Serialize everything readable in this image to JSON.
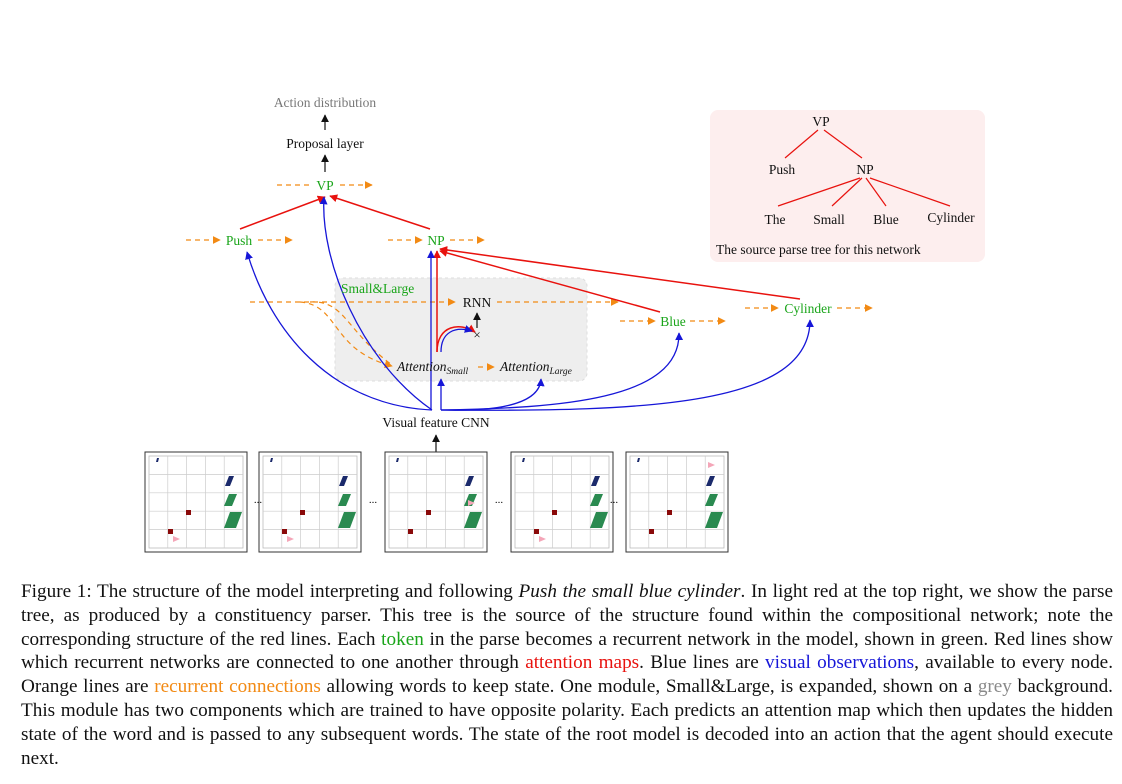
{
  "colors": {
    "token": "#1aa51a",
    "attention": "#e8120e",
    "visual": "#1616d8",
    "recurrent": "#f28a14",
    "grey_bg": "#eeeeee",
    "tree_bg": "#fdeeee",
    "grey_text": "#8a8a8a"
  },
  "network": {
    "action_distribution": "Action distribution",
    "proposal_layer": "Proposal layer",
    "vp": "VP",
    "push": "Push",
    "np": "NP",
    "blue": "Blue",
    "cylinder": "Cylinder",
    "small_large_label": "Small&Large",
    "rnn": "RNN",
    "times": "×",
    "attention_small_main": "Attention",
    "attention_small_sub": "Small",
    "attention_large_main": "Attention",
    "attention_large_sub": "Large",
    "visual_cnn": "Visual feature CNN",
    "ellipsis": "..."
  },
  "parse_tree": {
    "root": "VP",
    "push": "Push",
    "np": "NP",
    "the": "The",
    "small": "Small",
    "blue": "Blue",
    "cylinder": "Cylinder",
    "caption": "The source parse tree for this network"
  },
  "caption": {
    "label": "Figure 1:",
    "p1": " The structure of the model interpreting and following ",
    "p2_italic": "Push the small blue cylinder",
    "p3": ". In light red at the top right, we show the parse tree, as produced by a constituency parser. This tree is the source of the structure found within the compositional network; note the corresponding structure of the red lines. Each ",
    "token": "token",
    "p4": " in the parse becomes a recurrent network in the model, shown in green. Red lines show which recurrent networks are connected to one another through ",
    "attention_maps": "attention maps",
    "p5": ". Blue lines are ",
    "visual_observations": "visual observations",
    "p6": ", available to every node. Orange lines are ",
    "recurrent_connections": "recurrent connections",
    "p7": " allowing words to keep state. One module, Small&Large, is expanded, shown on a ",
    "grey": "grey",
    "p8": " background. This module has two components which are trained to have opposite polarity. Each predicts an attention map which then updates the hidden state of the word and is passed to any subsequent words. The state of the root model is decoded into an action that the agent should execute next."
  }
}
